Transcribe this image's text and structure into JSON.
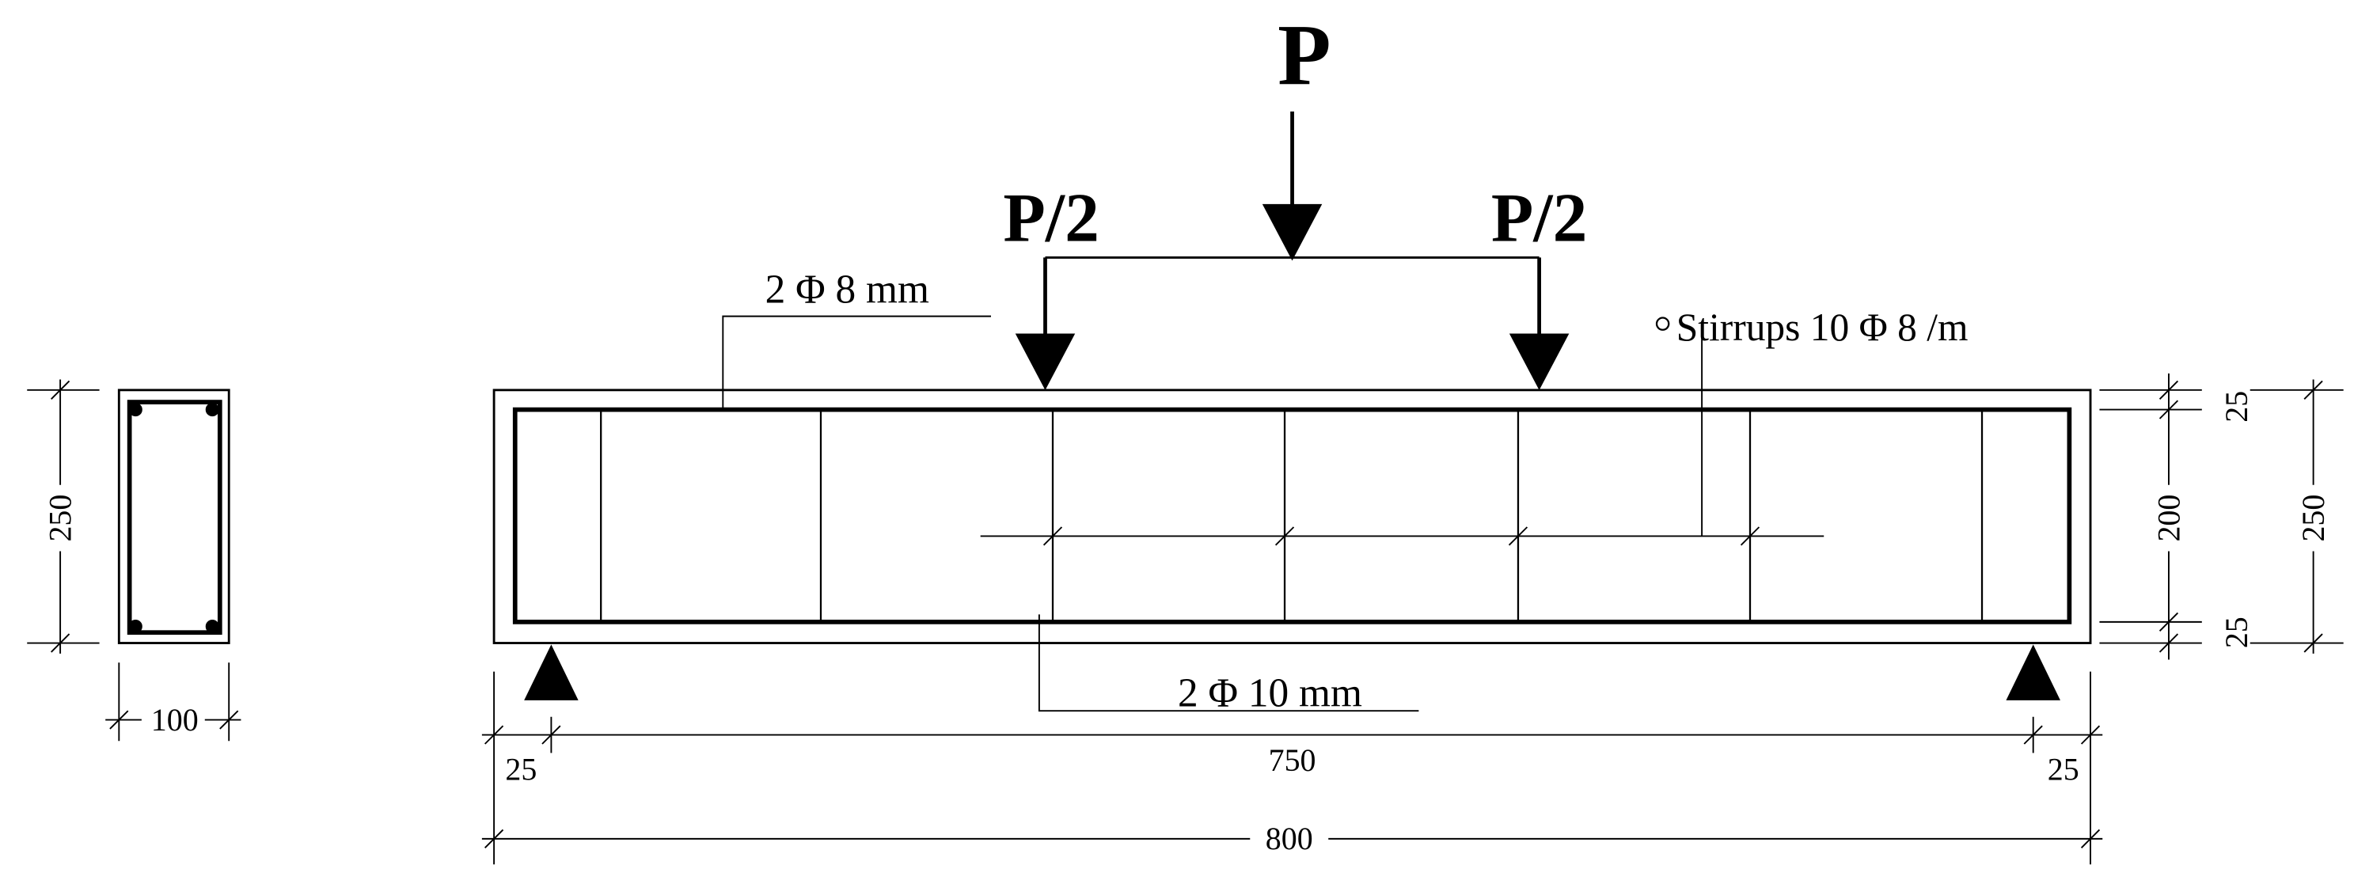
{
  "loads": {
    "total": "P",
    "left_half": "P/2",
    "right_half": "P/2"
  },
  "annotations": {
    "top_bars": "2 Φ  8 mm",
    "stirrups": "Stirrups 10 Φ 8 /m",
    "bottom_bars": "2 Φ  10 mm"
  },
  "dimensions": {
    "section_height": "250",
    "section_width": "100",
    "cover_top": "25",
    "core_height": "200",
    "cover_bottom": "25",
    "beam_height": "250",
    "support_offset_left": "25",
    "clear_span": "750",
    "support_offset_right": "25",
    "total_length": "800"
  },
  "colors": {
    "line": "#000000",
    "background": "#ffffff"
  }
}
